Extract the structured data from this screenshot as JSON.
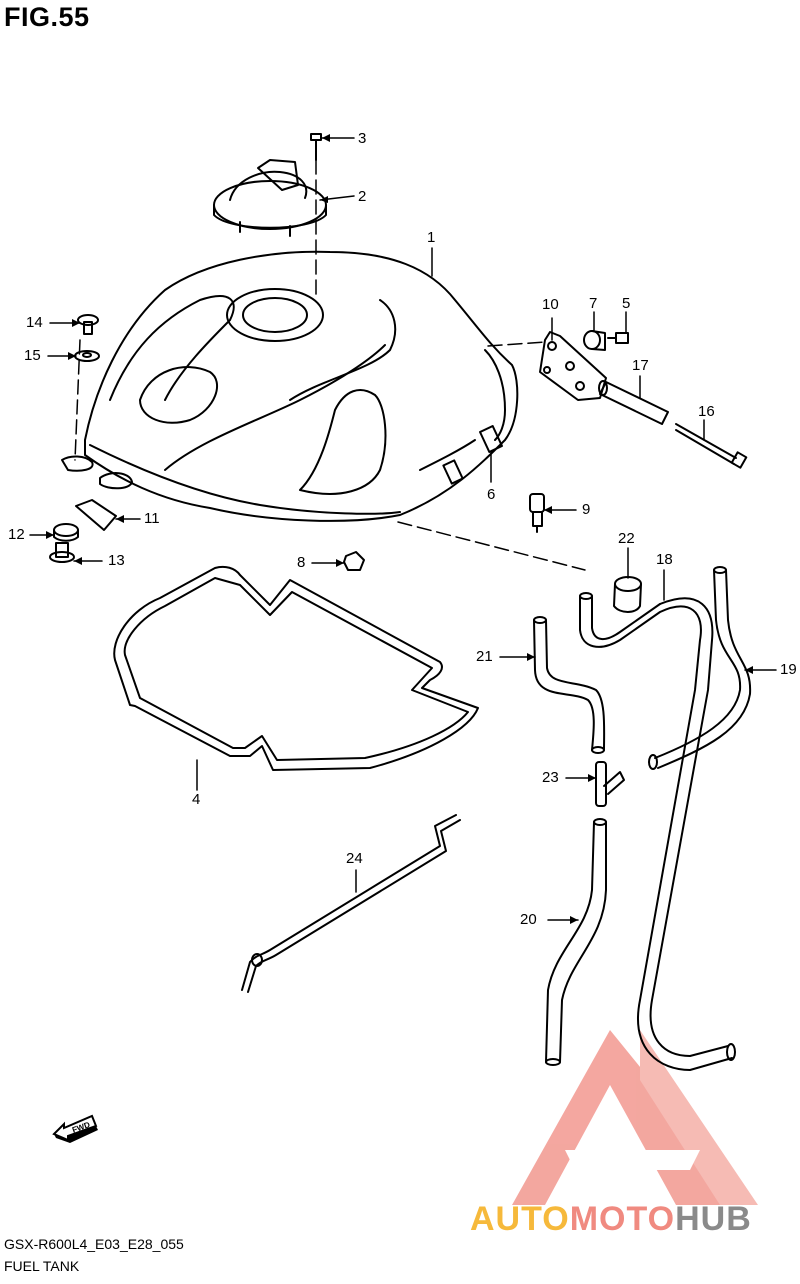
{
  "figure": {
    "title": "FIG.55",
    "model_code": "GSX-R600L4_E03_E28_055",
    "section_name": "FUEL TANK"
  },
  "direction_marker": {
    "label": "FWD",
    "icon": "arrow-left-icon"
  },
  "callouts": [
    {
      "id": "c1",
      "number": "1"
    },
    {
      "id": "c2",
      "number": "2"
    },
    {
      "id": "c3",
      "number": "3"
    },
    {
      "id": "c4",
      "number": "4"
    },
    {
      "id": "c5",
      "number": "5"
    },
    {
      "id": "c6",
      "number": "6"
    },
    {
      "id": "c7",
      "number": "7"
    },
    {
      "id": "c8",
      "number": "8"
    },
    {
      "id": "c9",
      "number": "9"
    },
    {
      "id": "c10",
      "number": "10"
    },
    {
      "id": "c11",
      "number": "11"
    },
    {
      "id": "c12",
      "number": "12"
    },
    {
      "id": "c13",
      "number": "13"
    },
    {
      "id": "c14",
      "number": "14"
    },
    {
      "id": "c15",
      "number": "15"
    },
    {
      "id": "c16",
      "number": "16"
    },
    {
      "id": "c17",
      "number": "17"
    },
    {
      "id": "c18",
      "number": "18"
    },
    {
      "id": "c19",
      "number": "19"
    },
    {
      "id": "c20",
      "number": "20"
    },
    {
      "id": "c21",
      "number": "21"
    },
    {
      "id": "c22",
      "number": "22"
    },
    {
      "id": "c23",
      "number": "23"
    },
    {
      "id": "c24",
      "number": "24"
    }
  ],
  "watermark": {
    "part_auto": "AUTO",
    "part_moto": "MOTO",
    "part_hub": "HUB",
    "colors": {
      "auto": "#f6b93b",
      "moto": "#f08a80",
      "hub": "#8a8a8a",
      "logo": "#f08a80"
    }
  }
}
